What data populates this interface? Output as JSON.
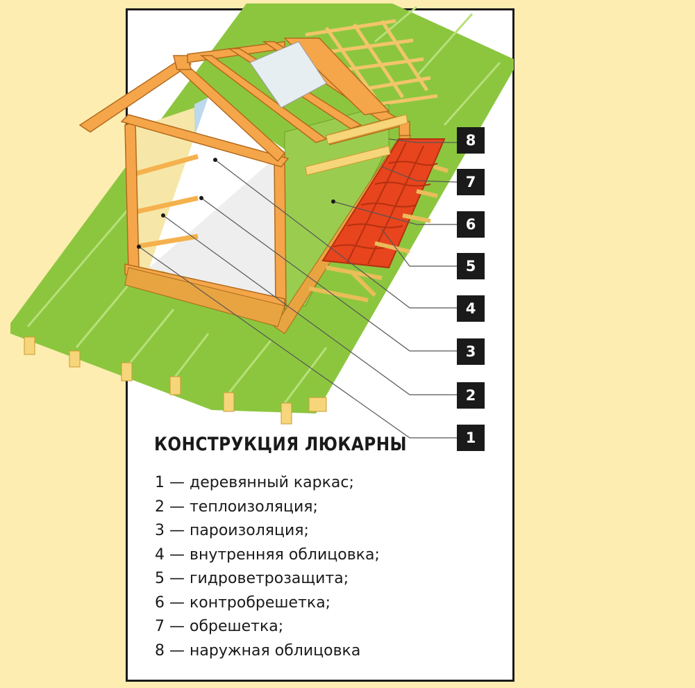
{
  "badges": [
    "8",
    "7",
    "6",
    "5",
    "4",
    "3",
    "2",
    "1"
  ],
  "legend": {
    "title": "КОНСТРУКЦИЯ ЛЮКАРНЫ",
    "items": [
      "1 — деревянный каркас;",
      "2 — теплоизоляция;",
      "3 — пароизоляция;",
      "4 — внутренняя облицовка;",
      "5 — гидроветрозащита;",
      "6 — контробрешетка;",
      "7 — обрешетка;",
      "8 — наружная облицовка"
    ]
  },
  "colors": {
    "background": "#fdedb0",
    "roof_green": "#8cc63f",
    "timber": "#f5a64a",
    "batten": "#f7d57a",
    "tile": "#e8441e",
    "insulation": "#f6e7a8",
    "vapor_barrier": "#bcd9ee"
  }
}
